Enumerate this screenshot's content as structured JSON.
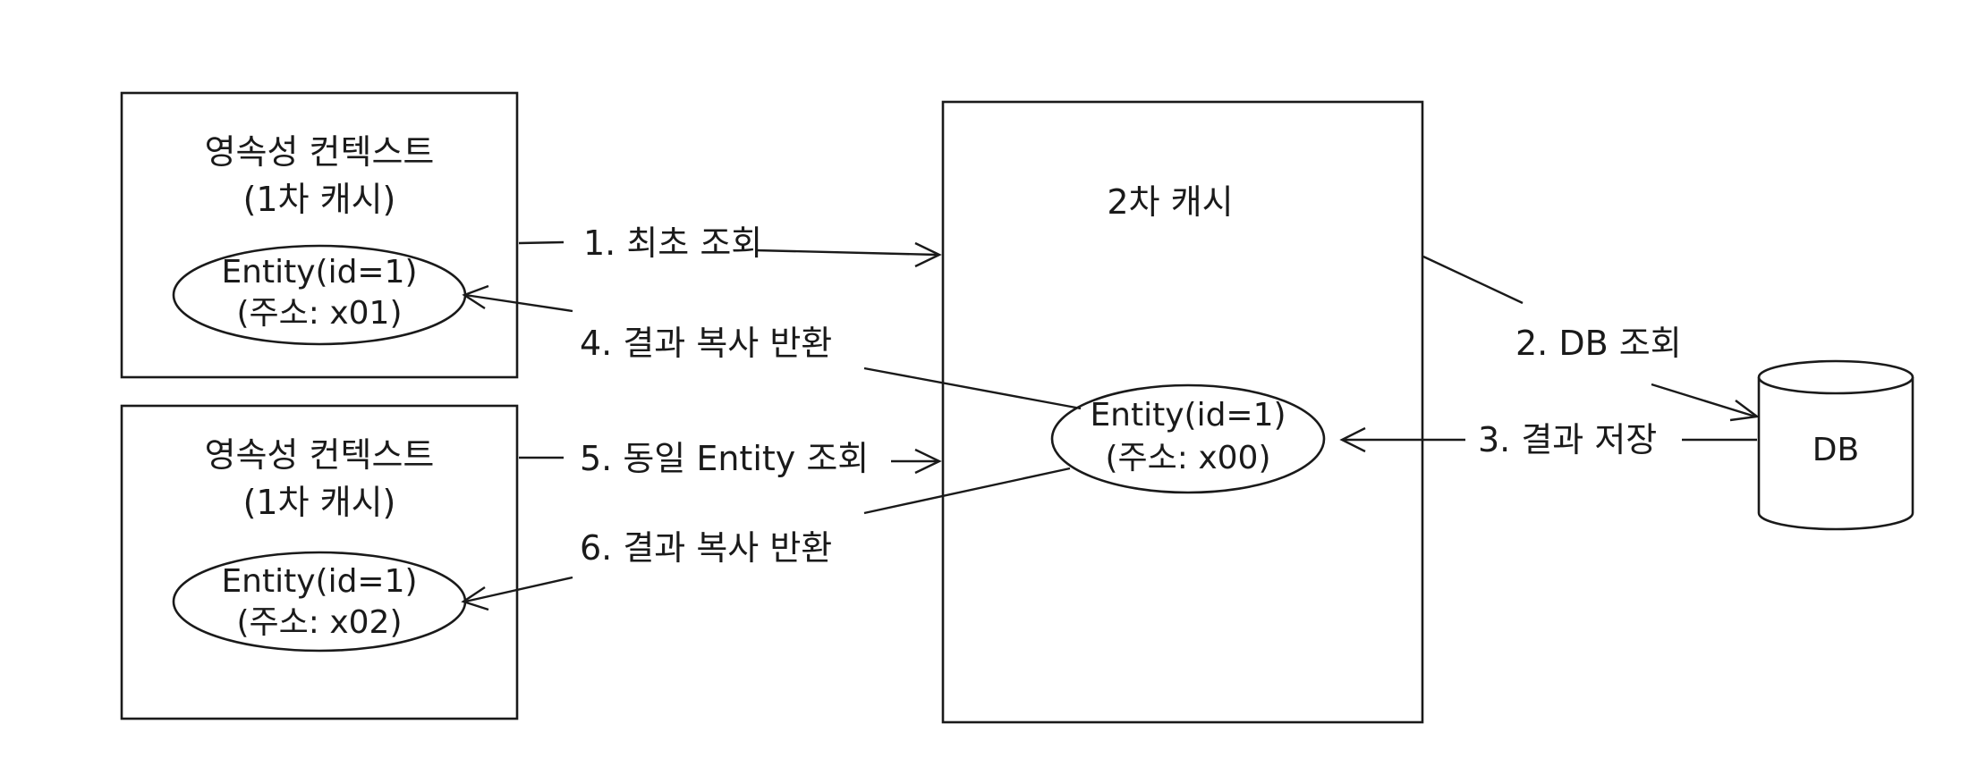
{
  "context_1": {
    "title_line1": "영속성 컨텍스트",
    "title_line2": "(1차 캐시)",
    "entity_line1": "Entity(id=1)",
    "entity_line2": "(주소: x01)"
  },
  "context_2": {
    "title_line1": "영속성 컨텍스트",
    "title_line2": "(1차 캐시)",
    "entity_line1": "Entity(id=1)",
    "entity_line2": "(주소: x02)"
  },
  "second_cache": {
    "title": "2차 캐시",
    "entity_line1": "Entity(id=1)",
    "entity_line2": "(주소: x00)"
  },
  "database": {
    "label": "DB"
  },
  "steps": {
    "step1": "1. 최초 조회",
    "step2": "2. DB 조회",
    "step3": "3. 결과 저장",
    "step4": "4. 결과 복사 반환",
    "step5": "5. 동일 Entity 조회",
    "step6": "6. 결과 복사 반환"
  }
}
